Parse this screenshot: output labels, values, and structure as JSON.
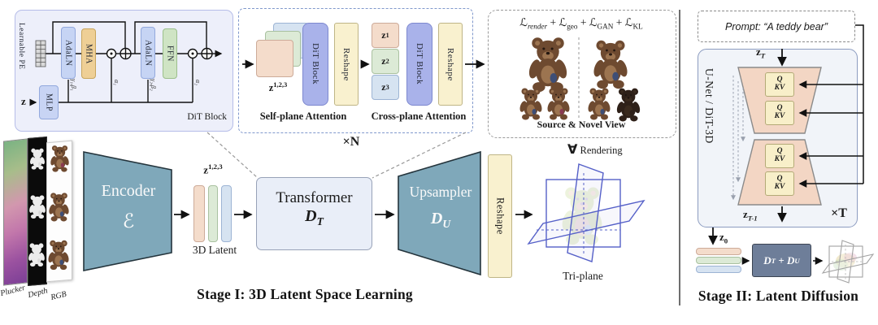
{
  "colors": {
    "inset_bg": "#edeffa",
    "inset_border": "#b6bde8",
    "dashed_blue": "#8098cc",
    "adaln": "#c6d4f4",
    "mha": "#eecf96",
    "ffn": "#cfe4c4",
    "dit_purple": "#a9b2ea",
    "reshape_yellow": "#f9f1cf",
    "plane_pink": "#f4dccb",
    "plane_green": "#dcead6",
    "plane_blue": "#d6e3f1",
    "teal": "#7fa8ba",
    "transformer_bg": "#e9eef8",
    "unet_bg": "#f1f4f9",
    "trapezoid_pink": "#f3d6c4",
    "qkv_yellow": "#f8efc9",
    "denoiser_slate": "#6e7e99",
    "triplane_blue": "#5560c8",
    "bear_brown": "#6e4a30"
  },
  "stage1": {
    "caption": "Stage I: 3D Latent Space Learning",
    "dit_inset": {
      "title": "DiT Block",
      "learnable_pe": "Learnable PE",
      "adaln1": "AdaLN",
      "mha": "MHA",
      "adaln2": "AdaLN",
      "ffn": "FFN",
      "mlp": "MLP",
      "z": "z",
      "gamma_beta_1": "γ₁,β₁",
      "alpha_1": "α₁",
      "gamma_beta_2": "γ₂,β₂",
      "alpha_2": "α₂"
    },
    "attention_inset": {
      "z123_base": "z",
      "z123_sup": "1,2,3",
      "dit_block_1": "DiT Block",
      "reshape_1": "Reshape",
      "self_label": "Self-plane Attention",
      "z_stack": [
        {
          "base": "z",
          "sup": "1"
        },
        {
          "base": "z",
          "sup": "2"
        },
        {
          "base": "z",
          "sup": "3"
        }
      ],
      "dit_block_2": "DiT Block",
      "reshape_2": "Reshape",
      "cross_label": "Cross-plane Attention",
      "repeat": "×N"
    },
    "loss_inset": {
      "terms": [
        {
          "base": "ℒ",
          "sub": "render"
        },
        {
          "base": "ℒ",
          "sub": "geo"
        },
        {
          "base": "ℒ",
          "sub": "GAN"
        },
        {
          "base": "ℒ",
          "sub": "KL"
        }
      ],
      "plus": "+",
      "caption": "Source & Novel View"
    },
    "inputs": {
      "labels": [
        "Plucker",
        "Depth",
        "RGB"
      ]
    },
    "encoder": {
      "label": "Encoder",
      "symbol": "ℰ"
    },
    "latent": {
      "z_base": "z",
      "z_sup": "1,2,3",
      "caption": "3D Latent"
    },
    "transformer": {
      "label": "Transformer",
      "symbol_base": "D",
      "symbol_sub": "T"
    },
    "upsampler": {
      "label": "Upsampler",
      "symbol_base": "D",
      "symbol_sub": "U"
    },
    "reshape": "Reshape",
    "rendering": {
      "forall": "∀",
      "label": "Rendering"
    },
    "triplane_caption": "Tri-plane"
  },
  "stage2": {
    "caption": "Stage II: Latent Diffusion",
    "prompt": "Prompt: “A teddy bear”",
    "unet_label": "U-Net / DiT-3D",
    "z_T": {
      "base": "z",
      "sub": "T"
    },
    "z_T_minus_1": {
      "base": "z",
      "sub": "T-1"
    },
    "z_0": {
      "base": "z",
      "sub": "0"
    },
    "qkv": {
      "q": "Q",
      "kv": "KV"
    },
    "repeat": "×T",
    "denoiser": {
      "d1": "D",
      "s1": "T",
      "plus": "+",
      "d2": "D",
      "s2": "U"
    }
  }
}
